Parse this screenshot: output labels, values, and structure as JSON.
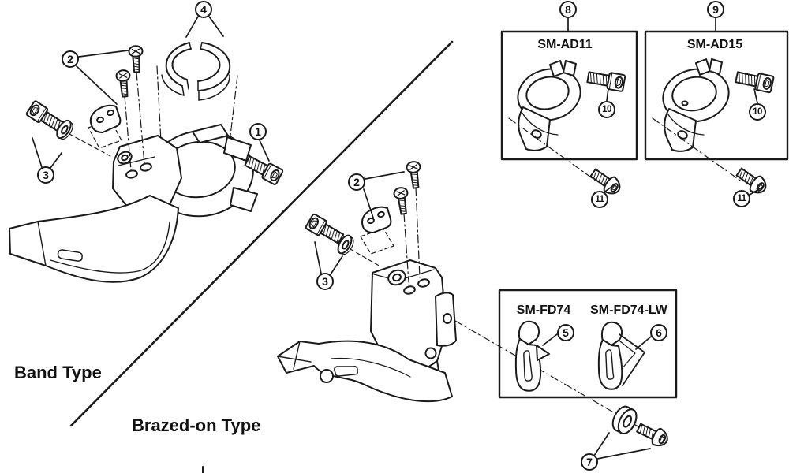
{
  "figure": {
    "description": "Front derailleur exploded parts diagram",
    "background_color": "#ffffff",
    "line_color": "#1a1a1a",
    "sections": {
      "band_label": "Band Type",
      "brazed_label": "Brazed-on Type"
    },
    "part_boxes": {
      "ad11": "SM-AD11",
      "ad15": "SM-AD15",
      "fd74": "SM-FD74",
      "fd74_lw": "SM-FD74-LW"
    },
    "callouts": {
      "n1": "1",
      "n2": "2",
      "n3": "3",
      "n4": "4",
      "n5": "5",
      "n6": "6",
      "n7": "7",
      "n8": "8",
      "n9": "9",
      "n10": "10",
      "n11": "11"
    }
  }
}
